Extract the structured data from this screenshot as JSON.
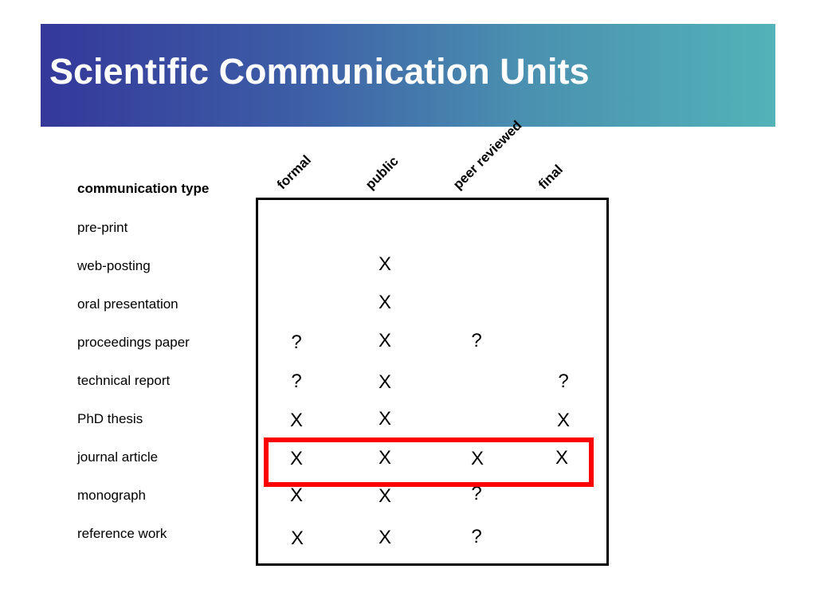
{
  "title": "Scientific Communication Units",
  "table": {
    "row_header": "communication type",
    "columns": [
      "formal",
      "public",
      "peer reviewed",
      "final"
    ],
    "rows": [
      {
        "label": "pre-print",
        "cells": [
          "",
          "",
          "",
          ""
        ]
      },
      {
        "label": "web-posting",
        "cells": [
          "",
          "X",
          "",
          ""
        ]
      },
      {
        "label": "oral presentation",
        "cells": [
          "",
          "X",
          "",
          ""
        ]
      },
      {
        "label": "proceedings paper",
        "cells": [
          "?",
          "X",
          "?",
          ""
        ]
      },
      {
        "label": "technical report",
        "cells": [
          "?",
          "X",
          "",
          "?"
        ]
      },
      {
        "label": "PhD thesis",
        "cells": [
          "X",
          "X",
          "",
          "X"
        ]
      },
      {
        "label": "journal article",
        "cells": [
          "X",
          "X",
          "X",
          "X"
        ]
      },
      {
        "label": "monograph",
        "cells": [
          "X",
          "X",
          "?",
          ""
        ]
      },
      {
        "label": "reference work",
        "cells": [
          "X",
          "X",
          "?",
          ""
        ]
      }
    ],
    "highlighted_row": "journal article"
  },
  "colors": {
    "title_gradient_start": "#34389a",
    "title_gradient_end": "#52b3b8",
    "highlight": "#ff0000"
  }
}
